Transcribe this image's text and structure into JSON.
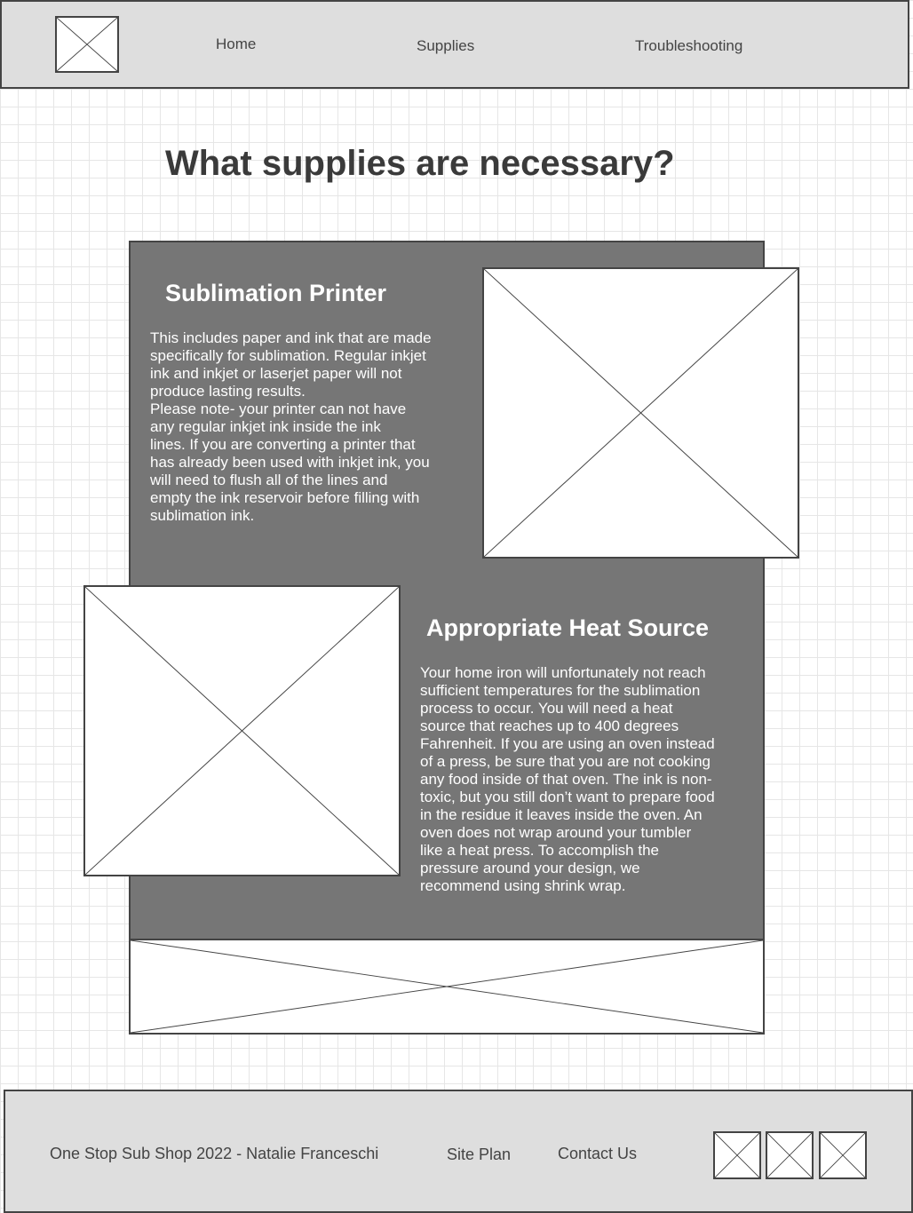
{
  "nav": {
    "home": "Home",
    "supplies": "Supplies",
    "troubleshooting": "Troubleshooting"
  },
  "page_title": "What supplies are necessary?",
  "sections": [
    {
      "heading": "Sublimation Printer",
      "body": "This includes paper and ink that are made\nspecifically for sublimation. Regular inkjet\nink and inkjet or laserjet paper will not\nproduce lasting results.\nPlease note- your printer can not have\nany regular inkjet ink inside the ink\nlines. If you are converting a printer that\nhas already been used with inkjet ink, you\nwill need to flush all of the lines and\nempty the ink reservoir before filling with\nsublimation ink."
    },
    {
      "heading": "Appropriate Heat Source",
      "body": "Your home iron will unfortunately not reach\nsufficient temperatures for the sublimation\nprocess to occur. You will need a heat\nsource that reaches up to 400 degrees\nFahrenheit. If you are using an oven instead\nof a press, be sure that you are not cooking\nany food inside of that oven. The ink is non-\ntoxic, but you still don’t want to prepare food\nin the residue it leaves inside the oven. An\noven does not wrap around your tumbler\nlike a heat press. To accomplish the\npressure around your design, we\nrecommend using shrink wrap."
    }
  ],
  "footer": {
    "copyright": "One Stop Sub Shop 2022 - Natalie Franceschi",
    "site_plan": "Site Plan",
    "contact": "Contact Us"
  },
  "icons": {
    "placeholder": "image-placeholder-icon"
  },
  "colors": {
    "panel": "#767676",
    "header_bg": "#dedede",
    "text": "#444444"
  }
}
